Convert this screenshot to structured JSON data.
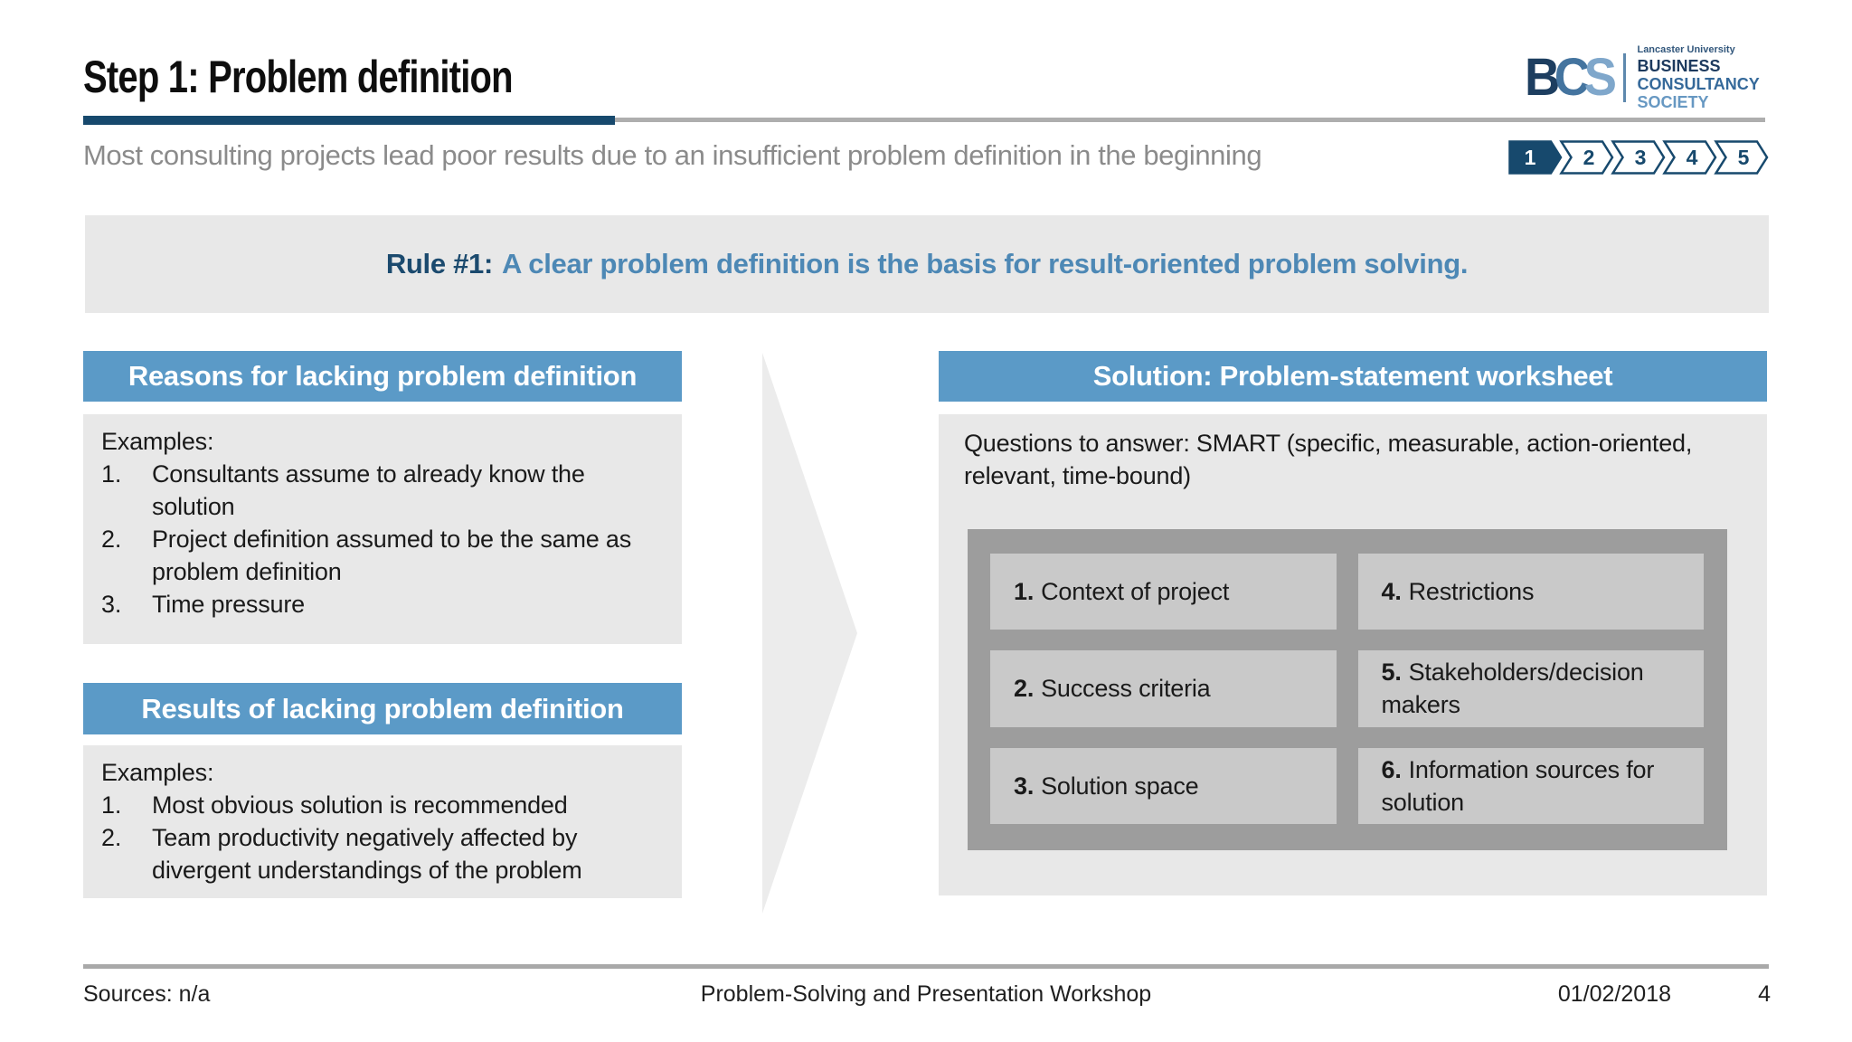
{
  "slide": {
    "title": "Step 1: Problem definition",
    "subtitle": "Most consulting projects lead poor results due to an insufficient problem definition in the beginning",
    "rule": {
      "prefix": "Rule #1:",
      "text": "A clear problem definition is the basis for result-oriented problem solving."
    }
  },
  "logo": {
    "b": "B",
    "c": "C",
    "s": "S",
    "university": "Lancaster University",
    "line1": "BUSINESS",
    "line2": "CONSULTANCY",
    "line3": "SOCIETY"
  },
  "steps": {
    "items": [
      "1",
      "2",
      "3",
      "4",
      "5"
    ],
    "active": "1"
  },
  "left": {
    "reasons": {
      "header": "Reasons for lacking problem definition",
      "intro": "Examples:",
      "items": [
        {
          "num": "1.",
          "text": "Consultants assume to already know the solution"
        },
        {
          "num": "2.",
          "text": "Project definition assumed to be the same as problem definition"
        },
        {
          "num": "3.",
          "text": "Time pressure"
        }
      ]
    },
    "results": {
      "header": "Results of lacking problem definition",
      "intro": "Examples:",
      "items": [
        {
          "num": "1.",
          "text": "Most obvious solution is recommended"
        },
        {
          "num": "2.",
          "text": "Team productivity negatively affected by divergent understandings of the problem"
        }
      ]
    }
  },
  "right": {
    "header": "Solution: Problem-statement worksheet",
    "intro": "Questions to answer: SMART (specific, measurable, action-oriented, relevant, time-bound)",
    "cells": [
      {
        "num": "1.",
        "label": "Context of project"
      },
      {
        "num": "4.",
        "label": "Restrictions"
      },
      {
        "num": "2.",
        "label": "Success criteria"
      },
      {
        "num": "5.",
        "label": "Stakeholders/decision makers"
      },
      {
        "num": "3.",
        "label": "Solution space"
      },
      {
        "num": "6.",
        "label": "Information sources for solution"
      }
    ]
  },
  "footer": {
    "sources": "Sources: n/a",
    "center": "Problem-Solving and Presentation Workshop",
    "date": "01/02/2018",
    "page": "4"
  },
  "colors": {
    "navy": "#17496d",
    "header_blue": "#5b9ac7",
    "rule_blue": "#4d88b5",
    "panel_gray": "#e8e8e8",
    "worksheet_gray": "#9d9d9d",
    "cell_gray": "#c9c9c9"
  }
}
